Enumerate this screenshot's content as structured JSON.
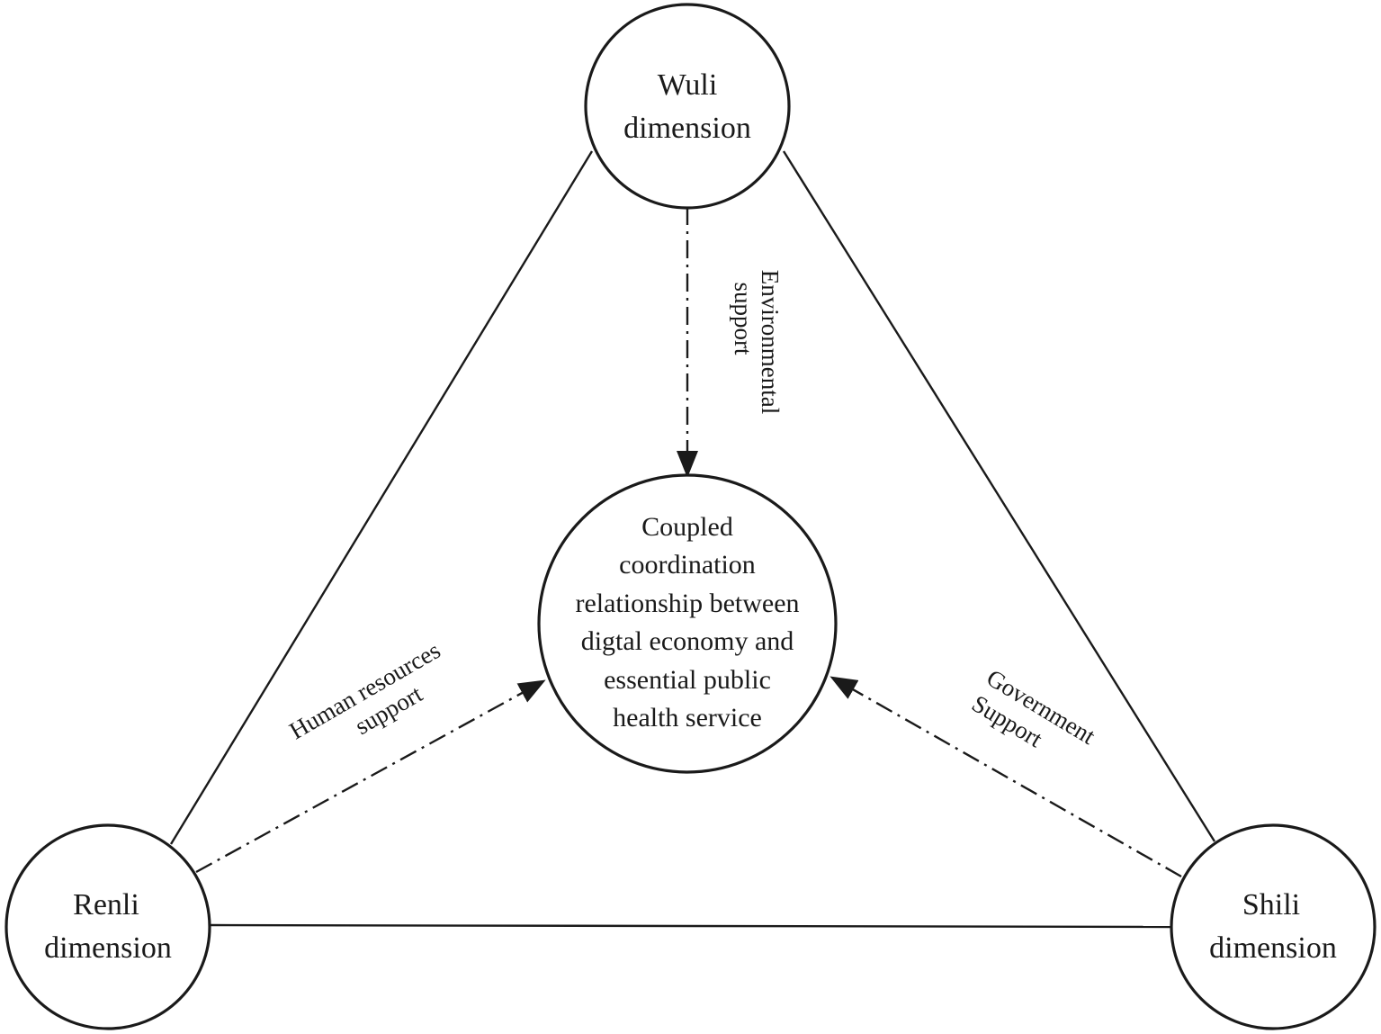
{
  "diagram": {
    "nodes": {
      "wuli": {
        "line1": "Wuli",
        "line2": "dimension"
      },
      "renli": {
        "line1": "Renli",
        "line2": "dimension"
      },
      "shili": {
        "line1": "Shili",
        "line2": "dimension"
      },
      "center": {
        "lines": [
          "Coupled",
          "coordination",
          "relationship between",
          "digtal economy and",
          "essential public",
          "health service"
        ]
      }
    },
    "edges": {
      "environmental": {
        "line1": "Environmental",
        "line2": "support"
      },
      "human": {
        "line1": "Human resources",
        "line2": "support"
      },
      "government": {
        "line1": "Government",
        "line2": "Support"
      }
    }
  }
}
